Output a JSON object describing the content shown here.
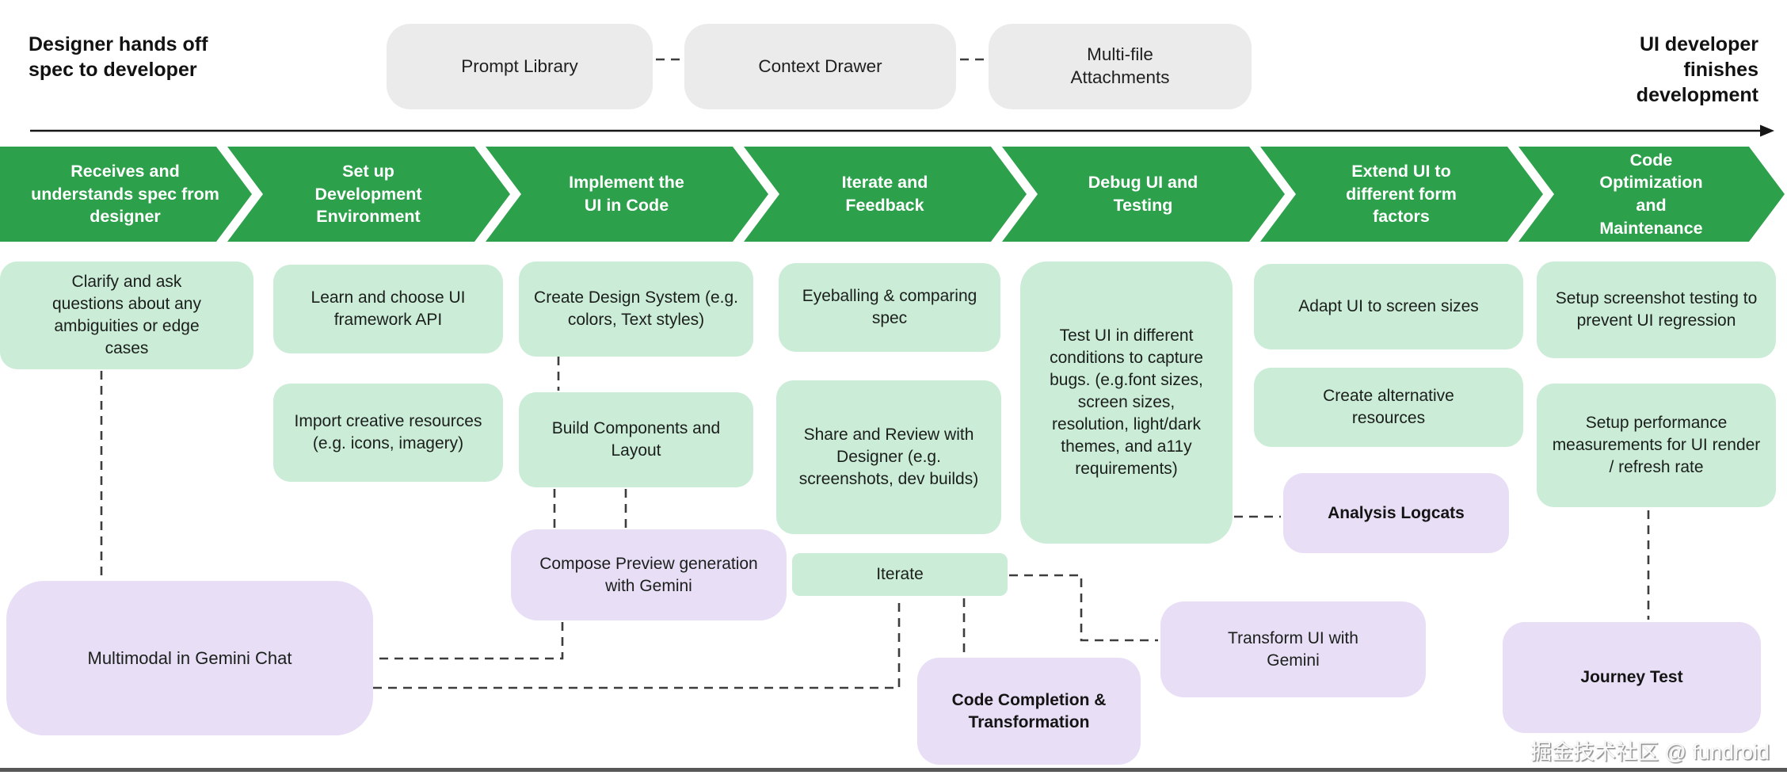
{
  "header": {
    "left_title": "Designer hands off spec to developer",
    "right_title": "UI developer finishes development",
    "pills": [
      {
        "label": "Prompt Library"
      },
      {
        "label": "Context Drawer"
      },
      {
        "label": "Multi-file Attachments"
      }
    ]
  },
  "phases": [
    {
      "label": "Receives and understands spec from designer"
    },
    {
      "label": "Set up Development Environment"
    },
    {
      "label": "Implement the UI in Code"
    },
    {
      "label": "Iterate and Feedback"
    },
    {
      "label": "Debug UI and Testing"
    },
    {
      "label": "Extend UI to different form factors"
    },
    {
      "label": "Code Optimization and Maintenance"
    }
  ],
  "tasks": {
    "clarify": "Clarify and ask questions about any ambiguities or edge cases",
    "learn_framework": "Learn and choose UI framework API",
    "import_resources": "Import creative resources (e.g. icons, imagery)",
    "design_system": "Create Design System (e.g. colors, Text styles)",
    "build_components": "Build Components and Layout",
    "eyeballing": "Eyeballing & comparing spec",
    "share_review": "Share and Review with Designer (e.g. screenshots, dev builds)",
    "test_ui": "Test UI in different conditions to capture bugs. (e.g.font sizes, screen sizes, resolution, light/dark themes, and a11y requirements)",
    "adapt_ui": "Adapt UI to screen sizes",
    "alt_resources": "Create alternative resources",
    "screenshot_testing": "Setup screenshot testing to prevent UI regression",
    "performance": "Setup performance measurements for UI render / refresh rate",
    "iterate": "Iterate"
  },
  "gemini_tools": {
    "multimodal": "Multimodal in Gemini Chat",
    "compose_preview": "Compose Preview generation with Gemini",
    "code_completion": "Code Completion & Transformation",
    "transform_ui": "Transform UI with Gemini",
    "analysis_logcats": "Analysis Logcats",
    "journey_test": "Journey Test"
  },
  "watermark": "掘金技术社区 @ fundroid",
  "colors": {
    "phase_green": "#2da04b",
    "task_green": "#cbecd6",
    "gemini_purple": "#e8def6",
    "pill_gray": "#ebebeb",
    "line_dark": "#3d3d3d"
  }
}
